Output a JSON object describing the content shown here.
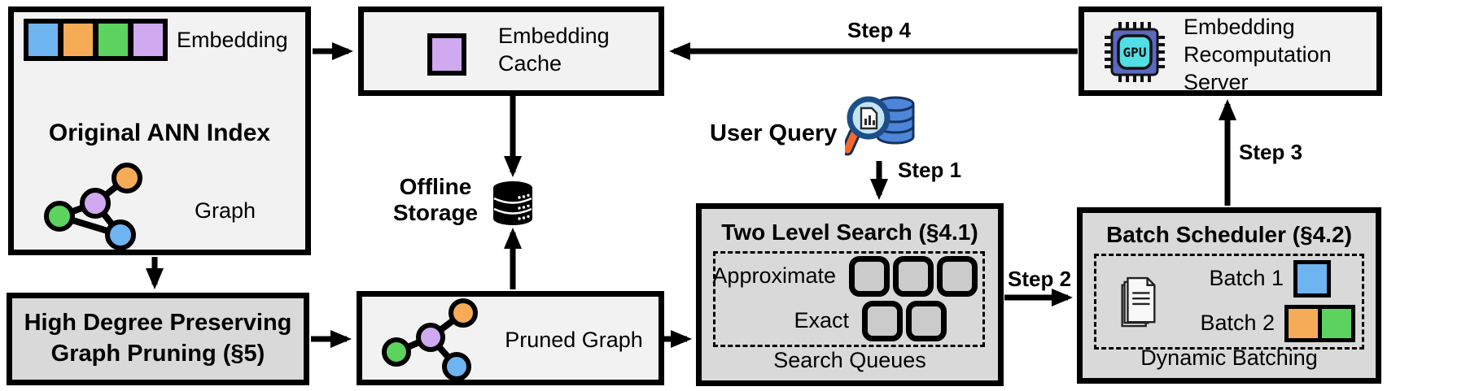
{
  "colors": {
    "blue": "#6eb4f0",
    "orange": "#f6ac57",
    "green": "#5bd35e",
    "purple": "#d0a9f0",
    "box_light": "#f2f2f2",
    "box_dark": "#d9d9d9",
    "queue_slot": "#cbcbcb",
    "line": "#000000",
    "gpu_chip_body": "#5a6abf",
    "gpu_chip_core": "#52dee5",
    "db_blue": "#4d85d8",
    "db_blue_dark": "#16335f",
    "lens_fill": "#c2e5f6",
    "magnifier_rim": "#1d4e89",
    "handle_orange": "#f4692c"
  },
  "original_ann_index": {
    "title": "Original ANN Index",
    "embedding_label": "Embedding",
    "embedding_colors": [
      "blue",
      "orange",
      "green",
      "purple"
    ],
    "graph_label": "Graph"
  },
  "embedding_cache": {
    "label": "Embedding Cache",
    "square_colors": [
      "purple"
    ]
  },
  "embedding_recomputation_server": {
    "label": "Embedding Recomputation Server",
    "chip_text": "GPU"
  },
  "offline_storage": {
    "label": "Offline Storage"
  },
  "user_query": {
    "label": "User Query"
  },
  "high_degree_pruning": {
    "label": "High Degree Preserving Graph Pruning (§5)"
  },
  "pruned_graph": {
    "label": "Pruned Graph"
  },
  "two_level_search": {
    "title": "Two Level Search (§4.1)",
    "rows": [
      {
        "label": "Approximate",
        "slots": 3
      },
      {
        "label": "Exact",
        "slots": 2
      }
    ],
    "footer": "Search Queues"
  },
  "batch_scheduler": {
    "title": "Batch Scheduler (§4.2)",
    "batches": [
      {
        "label": "Batch 1",
        "colors": [
          "blue"
        ]
      },
      {
        "label": "Batch 2",
        "colors": [
          "orange",
          "green"
        ]
      }
    ],
    "footer": "Dynamic Batching"
  },
  "steps": {
    "step1": "Step 1",
    "step2": "Step 2",
    "step3": "Step 3",
    "step4": "Step 4"
  }
}
